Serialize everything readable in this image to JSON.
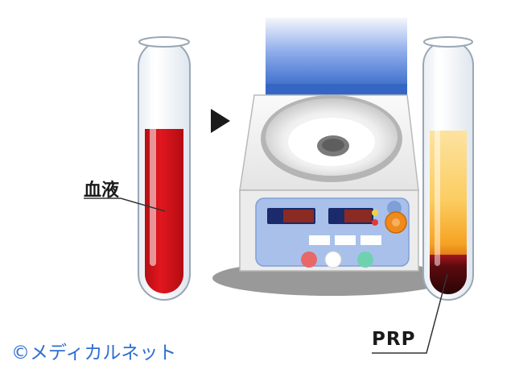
{
  "labels": {
    "blood": "血液",
    "prp": "PRP",
    "copyright": "©メディカルネット"
  },
  "colors": {
    "blood": "#d4121a",
    "plasma": "#fbcd62",
    "rbc_layer": "#4a0a0c",
    "centrifuge_lid": "#3566c4",
    "panel": "#a9c1ea",
    "copyright": "#2f6fd0"
  },
  "icons": {
    "arrow": "play-arrow-icon"
  }
}
